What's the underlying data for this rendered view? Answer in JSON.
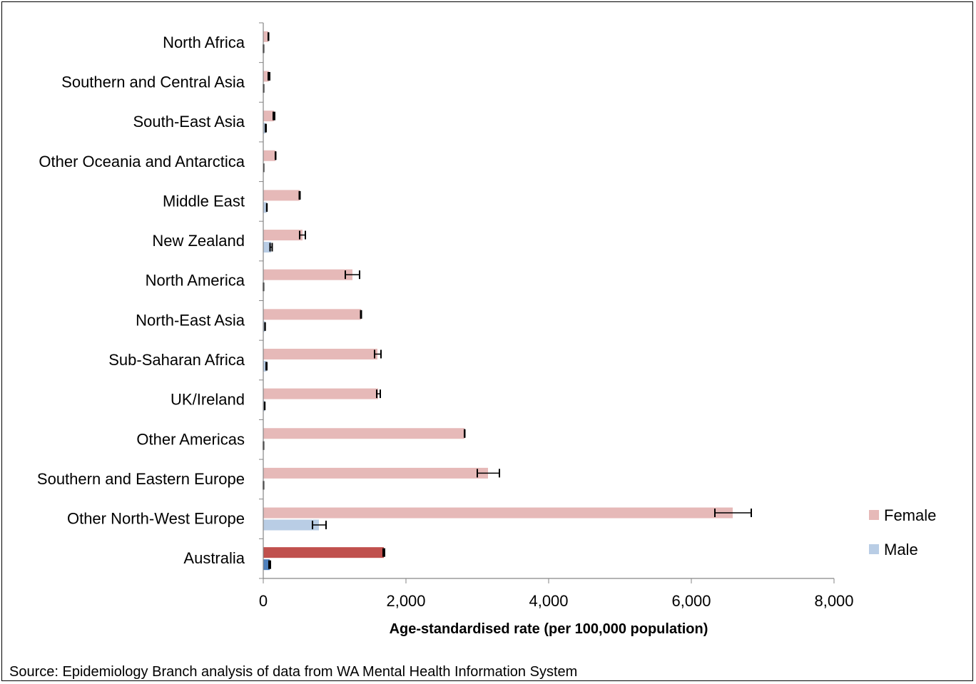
{
  "chart_data": {
    "type": "bar",
    "orientation": "horizontal",
    "categories": [
      "North Africa",
      "Southern and Central Asia",
      "South-East Asia",
      "Other Oceania and Antarctica",
      "Middle East",
      "New Zealand",
      "North America",
      "North-East Asia",
      "Sub-Saharan Africa",
      "UK/Ireland",
      "Other Americas",
      "Southern and Eastern Europe",
      "Other North-West Europe",
      "Australia"
    ],
    "series": [
      {
        "name": "Female",
        "color": "#e6b9b8",
        "values": [
          70,
          80,
          150,
          170,
          510,
          550,
          1250,
          1370,
          1600,
          1610,
          2820,
          3150,
          6580,
          1690
        ],
        "error_low": [
          70,
          70,
          140,
          170,
          505,
          510,
          1150,
          1365,
          1560,
          1590,
          2820,
          3000,
          6330,
          1680
        ],
        "error_high": [
          75,
          90,
          160,
          175,
          515,
          590,
          1350,
          1375,
          1650,
          1640,
          2825,
          3310,
          6840,
          1700
        ]
      },
      {
        "name": "Male",
        "color": "#b9cde5",
        "values": [
          3,
          4,
          35,
          5,
          50,
          110,
          3,
          25,
          45,
          20,
          3,
          3,
          780,
          90
        ],
        "error_low": [
          3,
          4,
          30,
          5,
          48,
          95,
          3,
          23,
          40,
          18,
          3,
          3,
          690,
          80
        ],
        "error_high": [
          3,
          4,
          40,
          5,
          52,
          125,
          3,
          27,
          50,
          22,
          3,
          3,
          880,
          100
        ]
      }
    ],
    "highlight": {
      "category": "Australia",
      "colors": {
        "Female": "#c0504d",
        "Male": "#4f81bd"
      }
    },
    "x_ticks": [
      "0",
      "2,000",
      "4,000",
      "6,000",
      "8,000"
    ],
    "xlim": [
      0,
      8000
    ],
    "xlabel": "Age-standardised rate (per 100,000 population)",
    "ylabel": "",
    "title": "",
    "grid": false,
    "legend_position": "right",
    "error_bars": true
  },
  "source_note": "Source: Epidemiology Branch analysis of data from WA Mental Health Information System"
}
